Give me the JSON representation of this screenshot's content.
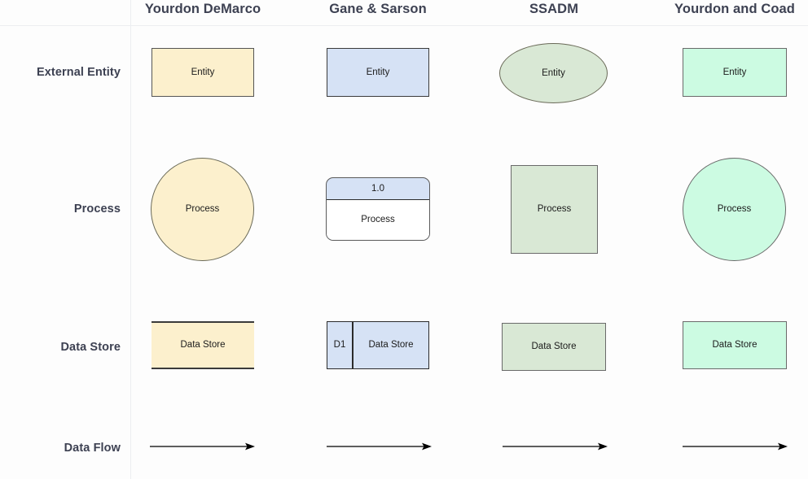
{
  "table": {
    "columns": [
      {
        "id": "yourdon-demarco",
        "label": "Yourdon DeMarco"
      },
      {
        "id": "gane-sarson",
        "label": "Gane & Sarson"
      },
      {
        "id": "ssadm",
        "label": "SSADM"
      },
      {
        "id": "yourdon-coad",
        "label": "Yourdon and Coad"
      }
    ],
    "rows": [
      {
        "id": "external-entity",
        "label": "External Entity"
      },
      {
        "id": "process",
        "label": "Process"
      },
      {
        "id": "data-store",
        "label": "Data Store"
      },
      {
        "id": "data-flow",
        "label": "Data Flow"
      }
    ]
  },
  "shapes": {
    "entity_label": "Entity",
    "process_label": "Process",
    "data_store_label": "Data Store",
    "gane_sarson_process_number": "1.0",
    "gane_sarson_store_id": "D1"
  },
  "colors": {
    "yourdon_demarco_fill": "#FCF0CD",
    "gane_sarson_fill": "#D6E2F5",
    "ssadm_fill": "#D9E8D5",
    "yourdon_coad_fill": "#CCFBE2",
    "shape_stroke": "#555555",
    "dark_stroke": "#2B2B2B",
    "heading_text": "#3D4152",
    "shape_text": "#1B1B1B",
    "grid_line": "#ECEEF1",
    "arrow": "#000000",
    "page_background": "#FDFDFD"
  }
}
